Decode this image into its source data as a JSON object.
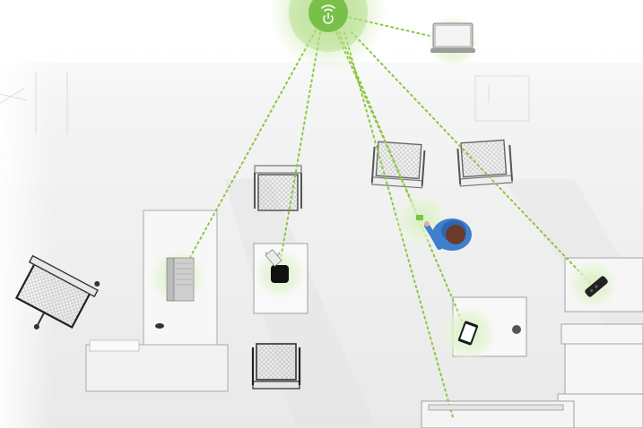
{
  "scene": {
    "accent_color": "#7cc242",
    "link_color": "#8cc63f",
    "hub_color": "#6fbe44",
    "floor_color": "#efefef",
    "furniture_stroke": "#9a9a9a"
  },
  "hub": {
    "icon": "wifi-power-icon"
  },
  "devices": [
    {
      "kind": "laptop",
      "icon": "laptop-icon"
    },
    {
      "kind": "laptop",
      "icon": "laptop-icon"
    },
    {
      "kind": "set-top-box",
      "icon": "apple-tv-box-icon"
    },
    {
      "kind": "person-with-phone",
      "icon": "person-icon"
    },
    {
      "kind": "tablet",
      "icon": "tablet-icon"
    },
    {
      "kind": "remote-control",
      "icon": "remote-icon"
    },
    {
      "kind": "television",
      "icon": "tv-icon"
    }
  ]
}
